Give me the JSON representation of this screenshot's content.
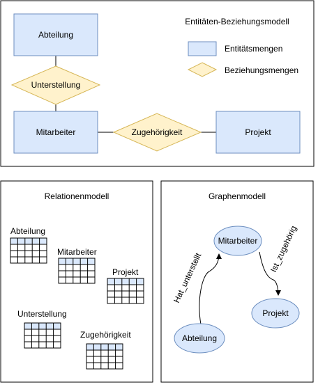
{
  "er_panel": {
    "title": "Entitäten-Beziehungsmodell",
    "entities": {
      "abteilung": "Abteilung",
      "mitarbeiter": "Mitarbeiter",
      "projekt": "Projekt"
    },
    "relations": {
      "unterstellung": "Unterstellung",
      "zugehoerigkeit": "Zugehörigkeit"
    },
    "legend": {
      "entity_label": "Entitätsmengen",
      "relation_label": "Beziehungsmengen"
    },
    "colors": {
      "entity_fill": "#dae8fc",
      "entity_stroke": "#6c8ebf",
      "relation_fill": "#fff2cc",
      "relation_stroke": "#d6b656"
    }
  },
  "relational_panel": {
    "title": "Relationenmodell",
    "tables": [
      "Abteilung",
      "Mitarbeiter",
      "Projekt",
      "Unterstellung",
      "Zugehörigkeit"
    ]
  },
  "graph_panel": {
    "title": "Graphenmodell",
    "nodes": {
      "mitarbeiter": "Mitarbeiter",
      "projekt": "Projekt",
      "abteilung": "Abteilung"
    },
    "edges": {
      "hat_unterstellt": "Hat_unterstellt",
      "ist_zugehoerig": "Ist_zugehörig"
    }
  }
}
